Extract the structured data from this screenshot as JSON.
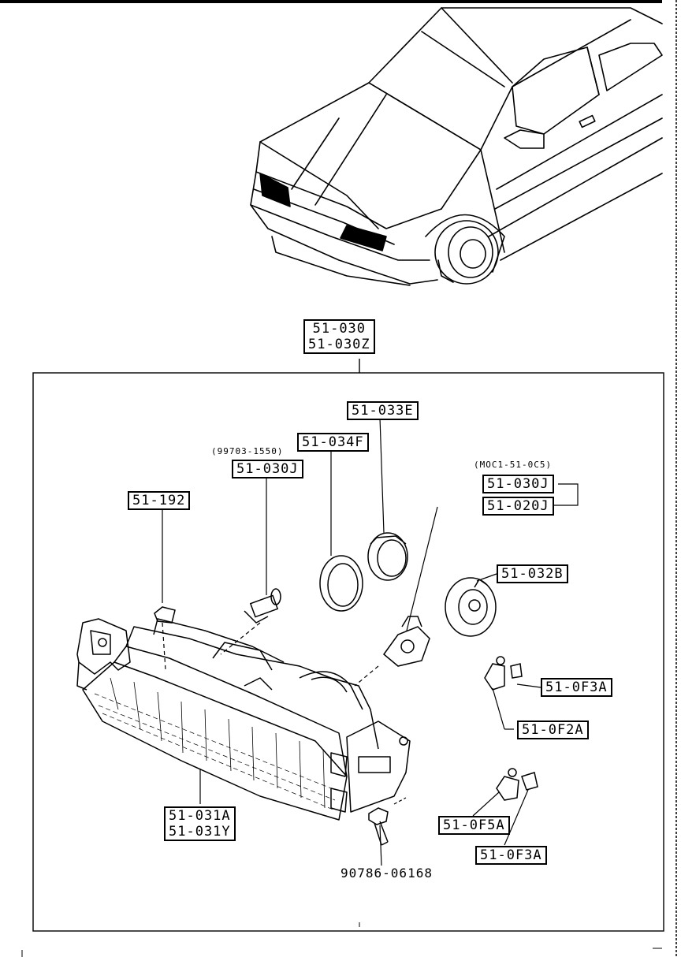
{
  "labels": {
    "assembly_a": "51-030",
    "assembly_b": "51-030Z",
    "seal_ring": "51-033E",
    "gasket": "51-034F",
    "bulb_ref": "(99703-1550)",
    "bulb": "51-030J",
    "clip": "51-192",
    "socket_ref": "(MOC1-51-0C5)",
    "socket_a": "51-030J",
    "socket_b": "51-020J",
    "cap": "51-032B",
    "adjuster_screw_upper": "51-0F3A",
    "adjuster_upper": "51-0F2A",
    "lens_a": "51-031A",
    "lens_b": "51-031Y",
    "adjuster_lower": "51-0F5A",
    "adjuster_screw_lower": "51-0F3A",
    "bolt": "90786-06168"
  }
}
